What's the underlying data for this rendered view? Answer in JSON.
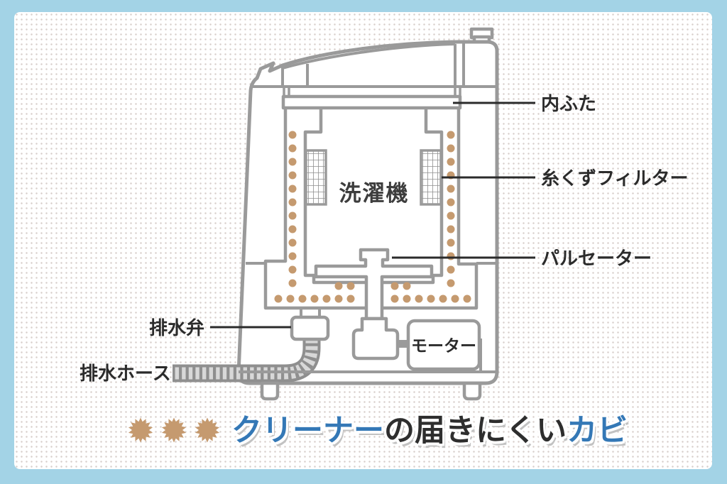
{
  "colors": {
    "frame": "#a3d3e6",
    "dot": "#d9d0cd",
    "outline": "#9a9a9a",
    "mold": "#c59a6f",
    "label": "#2b2b2b",
    "title_blue": "#3478b6",
    "title_dark": "#2e2e2e",
    "title_shadow": "#c2c2c2"
  },
  "diagram": {
    "machine_center_label": "洗濯機",
    "labels": {
      "inner_lid": "内ふた",
      "lint_filter": "糸くずフィルター",
      "pulsator": "パルセーター",
      "drain_valve": "排水弁",
      "drain_hose": "排水ホース",
      "motor": "モーター"
    }
  },
  "title": {
    "part1": "クリーナー",
    "part2": "の届きにくい",
    "part3": "カビ"
  }
}
